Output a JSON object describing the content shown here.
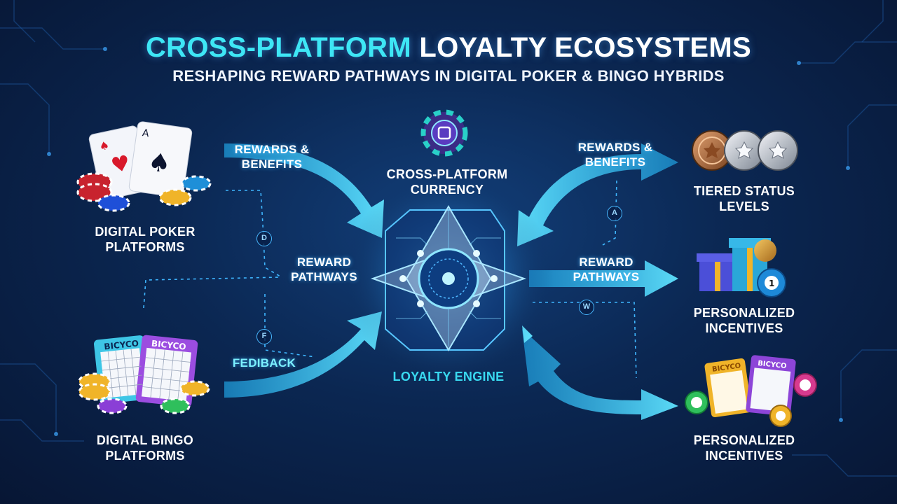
{
  "title": {
    "accent": "CROSS-PLATFORM",
    "rest": "LOYALTY ECOSYSTEMS"
  },
  "subtitle": "RESHAPING REWARD PATHWAYS IN DIGITAL POKER & BINGO HYBRIDS",
  "nodes": {
    "poker": {
      "line1": "DIGITAL POKER",
      "line2": "PLATFORMS"
    },
    "bingo": {
      "line1": "DIGITAL BINGO",
      "line2": "PLATFORMS"
    },
    "currency": {
      "line1": "CROSS-PLATFORM",
      "line2": "CURRENCY"
    },
    "engine": "LOYALTY ENGINE",
    "tiers": {
      "line1": "TIERED STATUS",
      "line2": "LEVELS"
    },
    "incentives1": {
      "line1": "PERSONALIZED",
      "line2": "INCENTIVES"
    },
    "incentives2": {
      "line1": "PERSONALIZED",
      "line2": "INCENTIVES"
    }
  },
  "flows": {
    "left_rewards": {
      "line1": "REWARDS &",
      "line2": "BENEFITS"
    },
    "left_pathways": {
      "line1": "REWARD",
      "line2": "PATHWAYS"
    },
    "feedback": "FEDIBACK",
    "right_rewards": {
      "line1": "REWARDS &",
      "line2": "BENEFITS"
    },
    "right_pathways": {
      "line1": "REWARD",
      "line2": "PATHWAYS"
    }
  },
  "badges": {
    "b1": "D",
    "b2": "F",
    "b3": "A",
    "b4": "W"
  },
  "cards": {
    "bingo_header": "BICYCO"
  },
  "colors": {
    "accent": "#3ee6f5",
    "arrow": "#2fb8f0",
    "background": "#0b2752"
  },
  "icons": [
    "playing-cards-icon",
    "poker-chips-icon",
    "bingo-card-icon",
    "currency-chip-icon",
    "medal-icon",
    "gift-icon",
    "bingo-ball-icon"
  ]
}
